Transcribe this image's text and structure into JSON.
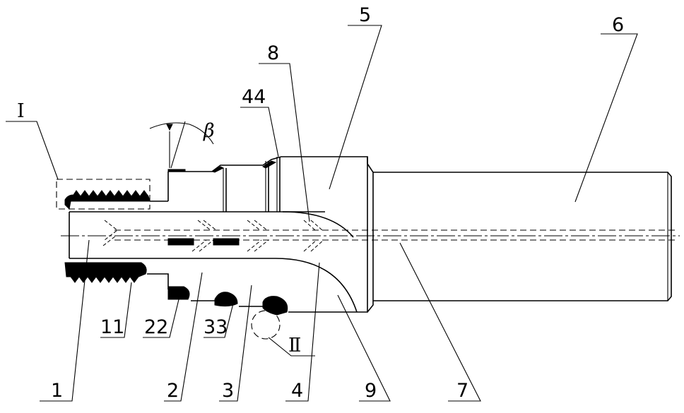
{
  "callouts": {
    "c1": "1",
    "c2": "2",
    "c3": "3",
    "c4": "4",
    "c5": "5",
    "c6": "6",
    "c7": "7",
    "c8": "8",
    "c9": "9",
    "c11": "11",
    "c22": "22",
    "c33": "33",
    "c44": "44",
    "detail_I": "Ⅰ",
    "detail_II": "Ⅱ",
    "angle": "β"
  }
}
